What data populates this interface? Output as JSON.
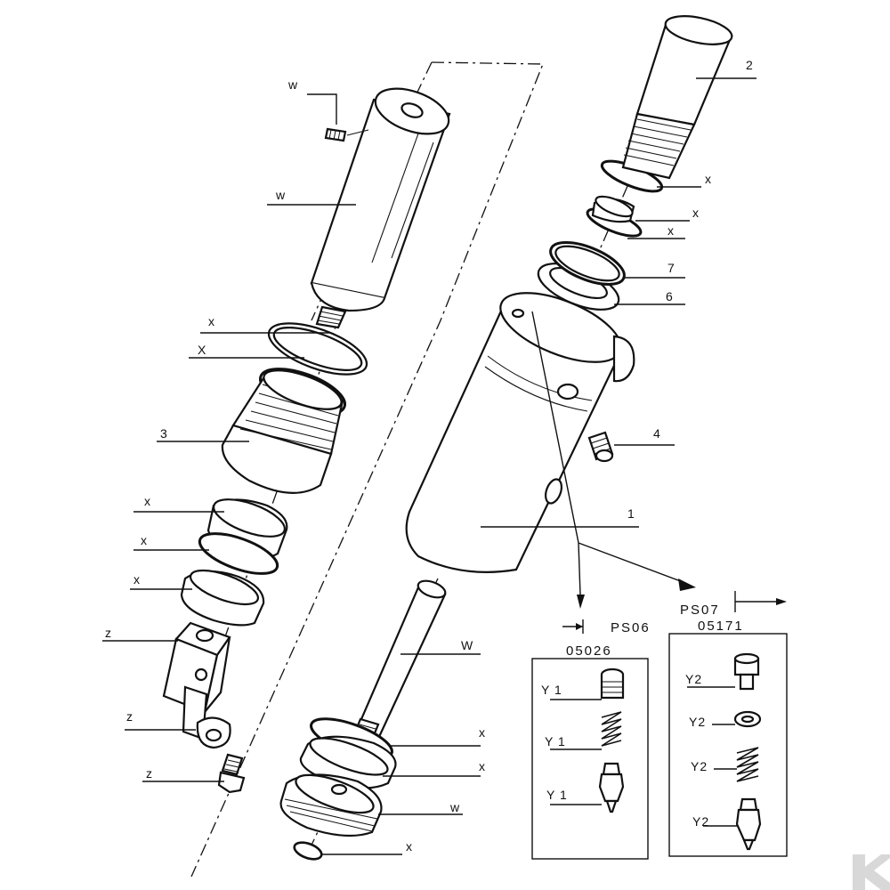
{
  "labels": {
    "w_top": "w",
    "w_body": "w",
    "part_2": "2",
    "x_1": "x",
    "x_2": "x",
    "x_3": "x",
    "part_7": "7",
    "part_6": "6",
    "x_left_1": "x",
    "X_left_2": "X",
    "part_3": "3",
    "part_4": "4",
    "part_1": "1",
    "x_left_3": "x",
    "x_left_4": "x",
    "x_left_5": "x",
    "z_1": "z",
    "z_2": "z",
    "z_3": "z",
    "W_rod": "W",
    "x_bottom_1": "x",
    "x_bottom_2": "x",
    "w_bottom": "w",
    "x_bottom_3": "x"
  },
  "variant_ps06": {
    "code": "PS06",
    "number": "05026",
    "items": [
      "Y 1",
      "Y 1",
      "Y 1"
    ]
  },
  "variant_ps07": {
    "code": "PS07",
    "number": "05171",
    "items": [
      "Y2",
      "Y2",
      "Y2",
      "Y2"
    ]
  }
}
